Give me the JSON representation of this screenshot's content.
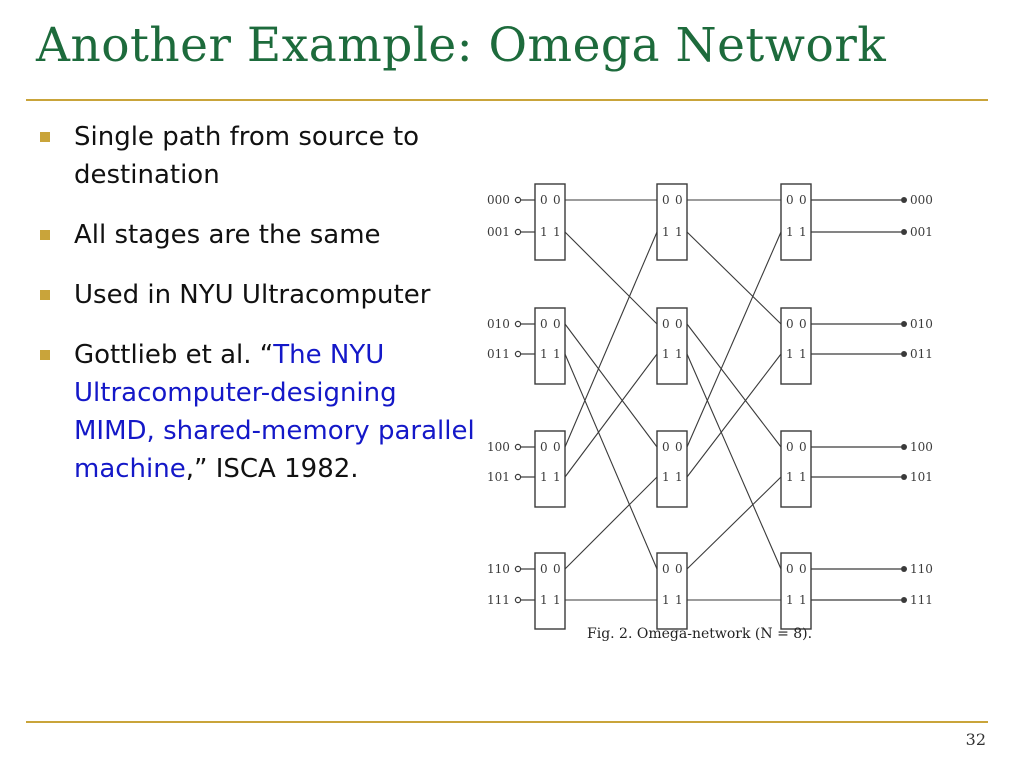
{
  "slide": {
    "title": "Another Example: Omega Network",
    "page_number": "32",
    "bullets": [
      {
        "text": "Single path from source to destination"
      },
      {
        "text": "All stages are the same"
      },
      {
        "text": "Used in NYU Ultracomputer"
      },
      {
        "prefix": "Gottlieb et al. “",
        "link": "The NYU Ultracomputer-designing MIMD, shared-memory parallel machine",
        "suffix": ",” ISCA 1982."
      }
    ],
    "colors": {
      "title": "#1d6b3c",
      "accent": "#c9a43a",
      "link": "#1418c8"
    }
  },
  "figure": {
    "caption": "Fig. 2.   Omega-network (N = 8).",
    "inputs": [
      "000",
      "001",
      "010",
      "011",
      "100",
      "101",
      "110",
      "111"
    ],
    "outputs": [
      "000",
      "001",
      "010",
      "011",
      "100",
      "101",
      "110",
      "111"
    ],
    "port_labels": [
      "0",
      "1"
    ],
    "stages": 3,
    "switches_per_stage": 4
  }
}
